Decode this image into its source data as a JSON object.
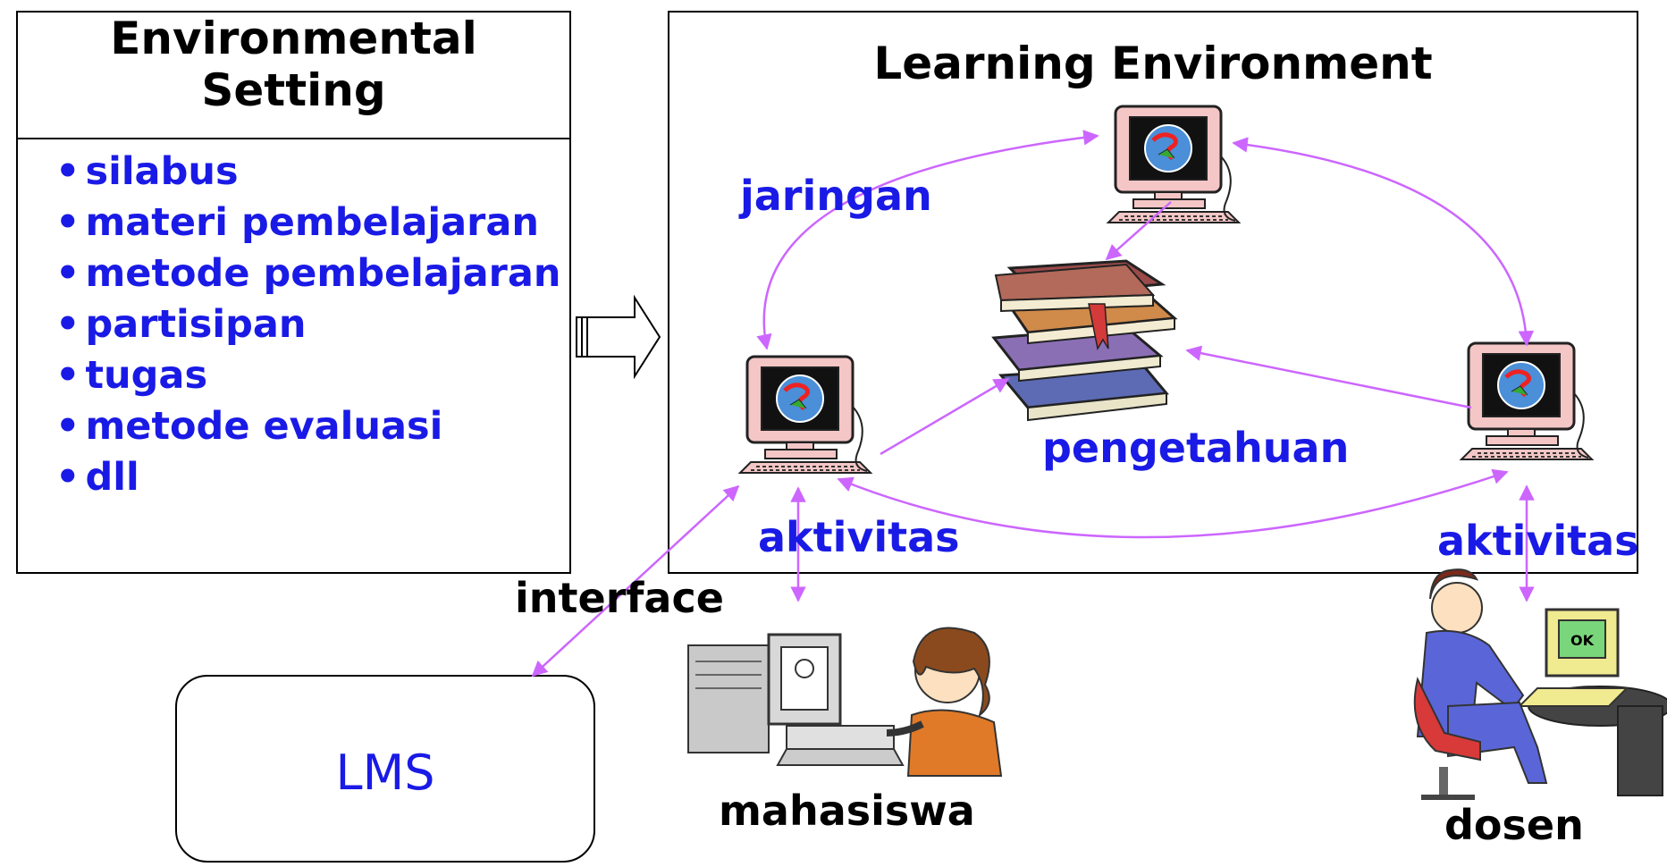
{
  "environmental_setting": {
    "title_line1": "Environmental",
    "title_line2": "Setting",
    "items": [
      "silabus",
      "materi pembelajaran",
      "metode pembelajaran",
      "partisipan",
      "tugas",
      "metode evaluasi",
      "dll"
    ]
  },
  "learning_environment": {
    "title": "Learning Environment",
    "network_label": "jaringan",
    "knowledge_label": "pengetahuan",
    "activity_left": "aktivitas",
    "activity_right": "aktivitas"
  },
  "interface_label": "interface",
  "lms_label": "LMS",
  "student_label": "mahasiswa",
  "lecturer_label": "dosen",
  "screen_text": "OK",
  "colors": {
    "text_blue": "#1a1ae6",
    "arrow": "#cc66ff",
    "computer": "#f4c6c6"
  },
  "icons": [
    "computer-icon",
    "books-icon",
    "student-at-computer-icon",
    "lecturer-at-computer-icon",
    "hollow-arrow-icon"
  ]
}
